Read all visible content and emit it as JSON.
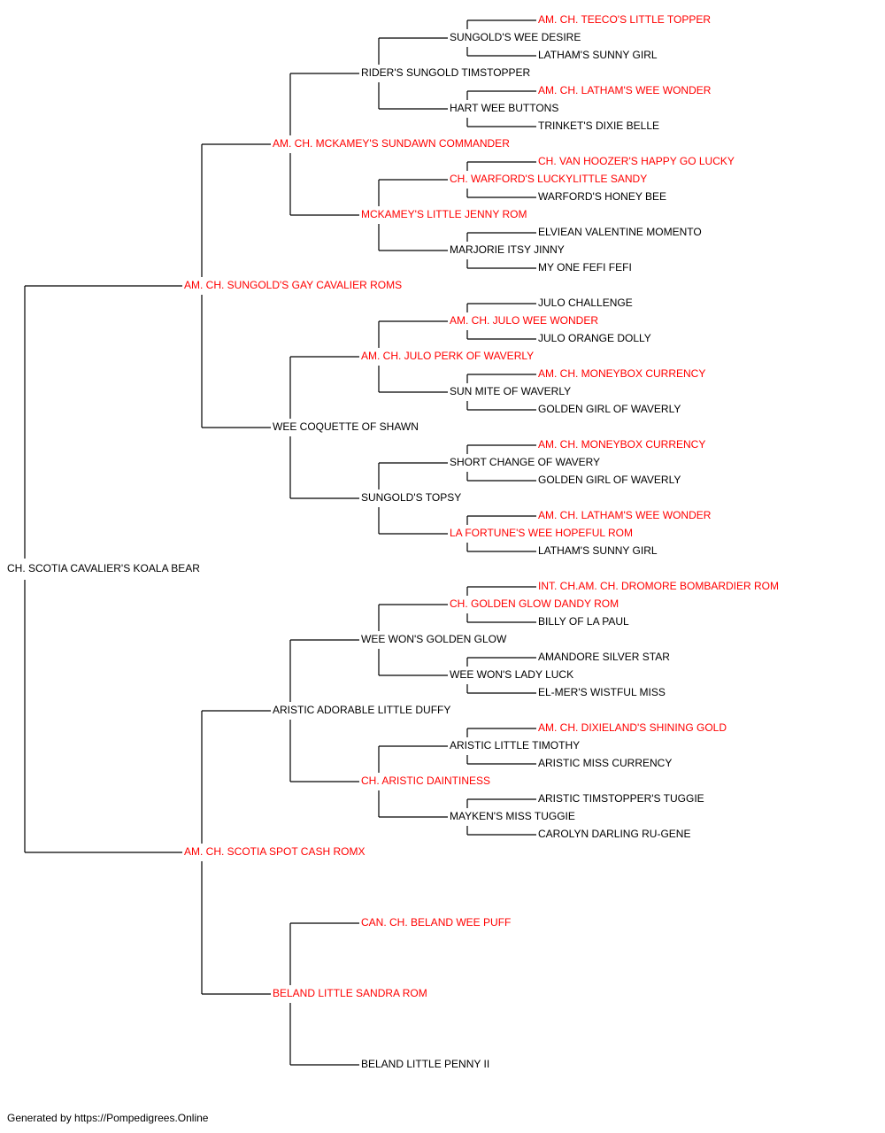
{
  "colors": {
    "champion": "#ff0000",
    "normal": "#000000",
    "line": "#000000"
  },
  "footer": "Generated by https://Pompedigrees.Online",
  "dog": {
    "name": "CH. SCOTIA CAVALIER'S KOALA BEAR",
    "champion": false,
    "sire": {
      "name": "AM. CH. SUNGOLD'S GAY CAVALIER ROMS",
      "champion": true,
      "sire": {
        "name": "AM. CH. MCKAMEY'S SUNDAWN COMMANDER",
        "champion": true,
        "sire": {
          "name": "RIDER'S SUNGOLD TIMSTOPPER",
          "champion": false,
          "sire": {
            "name": "SUNGOLD'S WEE DESIRE",
            "champion": false,
            "sire": {
              "name": "AM. CH. TEECO'S LITTLE TOPPER",
              "champion": true
            },
            "dam": {
              "name": "LATHAM'S SUNNY GIRL",
              "champion": false
            }
          },
          "dam": {
            "name": "HART WEE BUTTONS",
            "champion": false,
            "sire": {
              "name": "AM. CH. LATHAM'S WEE WONDER",
              "champion": true
            },
            "dam": {
              "name": "TRINKET'S DIXIE BELLE",
              "champion": false
            }
          }
        },
        "dam": {
          "name": "MCKAMEY'S LITTLE JENNY ROM",
          "champion": true,
          "sire": {
            "name": "CH. WARFORD'S LUCKYLITTLE SANDY",
            "champion": true,
            "sire": {
              "name": "CH. VAN HOOZER'S HAPPY GO LUCKY",
              "champion": true
            },
            "dam": {
              "name": "WARFORD'S HONEY BEE",
              "champion": false
            }
          },
          "dam": {
            "name": "MARJORIE ITSY JINNY",
            "champion": false,
            "sire": {
              "name": "ELVIEAN VALENTINE MOMENTO",
              "champion": false
            },
            "dam": {
              "name": "MY ONE FEFI FEFI",
              "champion": false
            }
          }
        }
      },
      "dam": {
        "name": "WEE COQUETTE OF SHAWN",
        "champion": false,
        "sire": {
          "name": "AM. CH. JULO PERK OF WAVERLY",
          "champion": true,
          "sire": {
            "name": "AM. CH. JULO WEE WONDER",
            "champion": true,
            "sire": {
              "name": "JULO CHALLENGE",
              "champion": false
            },
            "dam": {
              "name": "JULO ORANGE DOLLY",
              "champion": false
            }
          },
          "dam": {
            "name": "SUN MITE OF WAVERLY",
            "champion": false,
            "sire": {
              "name": "AM. CH. MONEYBOX CURRENCY",
              "champion": true
            },
            "dam": {
              "name": "GOLDEN GIRL OF WAVERLY",
              "champion": false
            }
          }
        },
        "dam": {
          "name": "SUNGOLD'S TOPSY",
          "champion": false,
          "sire": {
            "name": "SHORT CHANGE OF WAVERY",
            "champion": false,
            "sire": {
              "name": "AM. CH. MONEYBOX CURRENCY",
              "champion": true
            },
            "dam": {
              "name": "GOLDEN GIRL OF WAVERLY",
              "champion": false
            }
          },
          "dam": {
            "name": "LA FORTUNE'S WEE HOPEFUL ROM",
            "champion": true,
            "sire": {
              "name": "AM. CH. LATHAM'S WEE WONDER",
              "champion": true
            },
            "dam": {
              "name": "LATHAM'S SUNNY GIRL",
              "champion": false
            }
          }
        }
      }
    },
    "dam": {
      "name": "AM. CH. SCOTIA SPOT CASH ROMX",
      "champion": true,
      "sire": {
        "name": "ARISTIC ADORABLE LITTLE DUFFY",
        "champion": false,
        "sire": {
          "name": "WEE WON'S GOLDEN GLOW",
          "champion": false,
          "sire": {
            "name": "CH. GOLDEN GLOW DANDY ROM",
            "champion": true,
            "sire": {
              "name": "INT. CH.AM. CH. DROMORE BOMBARDIER ROM",
              "champion": true
            },
            "dam": {
              "name": "BILLY OF LA PAUL",
              "champion": false
            }
          },
          "dam": {
            "name": "WEE WON'S LADY LUCK",
            "champion": false,
            "sire": {
              "name": "AMANDORE SILVER STAR",
              "champion": false
            },
            "dam": {
              "name": "EL-MER'S WISTFUL MISS",
              "champion": false
            }
          }
        },
        "dam": {
          "name": "CH. ARISTIC DAINTINESS",
          "champion": true,
          "sire": {
            "name": "ARISTIC LITTLE TIMOTHY",
            "champion": false,
            "sire": {
              "name": "AM. CH. DIXIELAND'S SHINING GOLD",
              "champion": true
            },
            "dam": {
              "name": "ARISTIC MISS CURRENCY",
              "champion": false
            }
          },
          "dam": {
            "name": "MAYKEN'S MISS TUGGIE",
            "champion": false,
            "sire": {
              "name": "ARISTIC TIMSTOPPER'S TUGGIE",
              "champion": false
            },
            "dam": {
              "name": "CAROLYN DARLING RU-GENE",
              "champion": false
            }
          }
        }
      },
      "dam": {
        "name": "BELAND LITTLE SANDRA ROM",
        "champion": true,
        "sire": {
          "name": "CAN. CH. BELAND WEE PUFF",
          "champion": true
        },
        "dam": {
          "name": "BELAND LITTLE PENNY II",
          "champion": false
        }
      }
    }
  }
}
